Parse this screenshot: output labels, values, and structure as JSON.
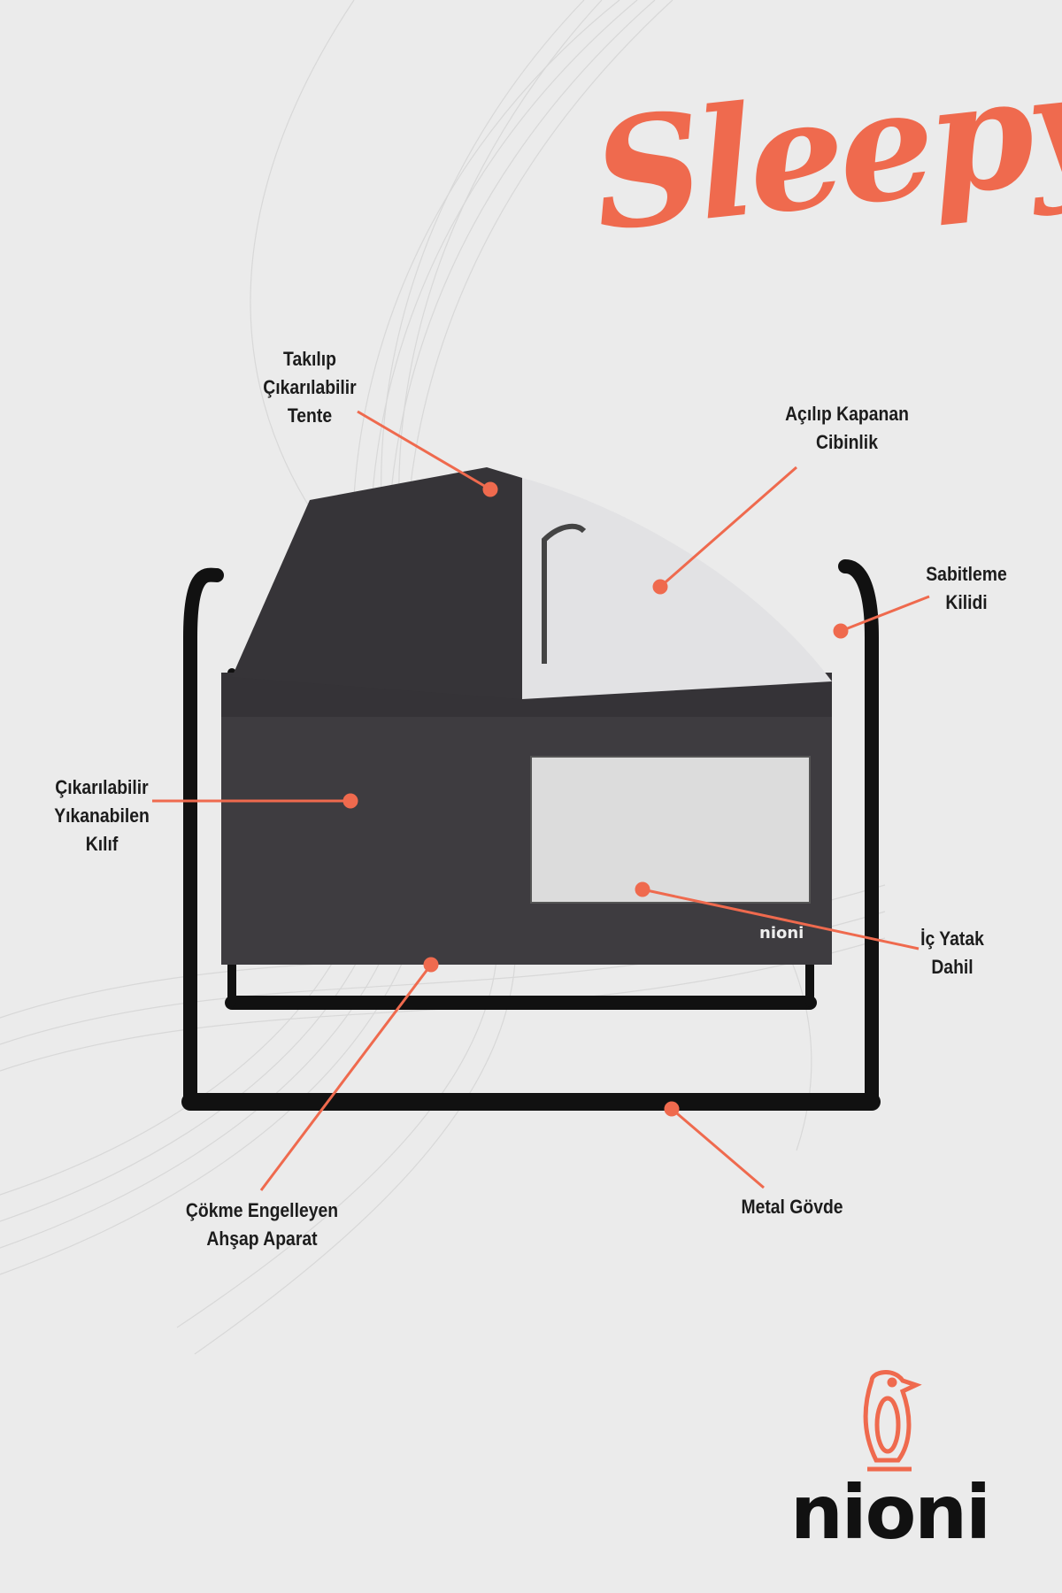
{
  "product": {
    "name": "Sleepy",
    "brand": "nioni",
    "accent_color": "#ef6a4e"
  },
  "callouts": [
    {
      "lines": [
        "Takılıp",
        "Çıkarılabilir",
        "Tente"
      ]
    },
    {
      "lines": [
        "Açılıp Kapanan",
        "Cibinlik"
      ]
    },
    {
      "lines": [
        "Sabitleme",
        "Kilidi"
      ]
    },
    {
      "lines": [
        "Çıkarılabilir",
        "Yıkanabilen",
        "Kılıf"
      ]
    },
    {
      "lines": [
        "İç Yatak",
        "Dahil"
      ]
    },
    {
      "lines": [
        "Çökme Engelleyen",
        "Ahşap Aparat"
      ]
    },
    {
      "lines": [
        "Metal Gövde"
      ]
    }
  ],
  "bassinet_logo": "nioni"
}
